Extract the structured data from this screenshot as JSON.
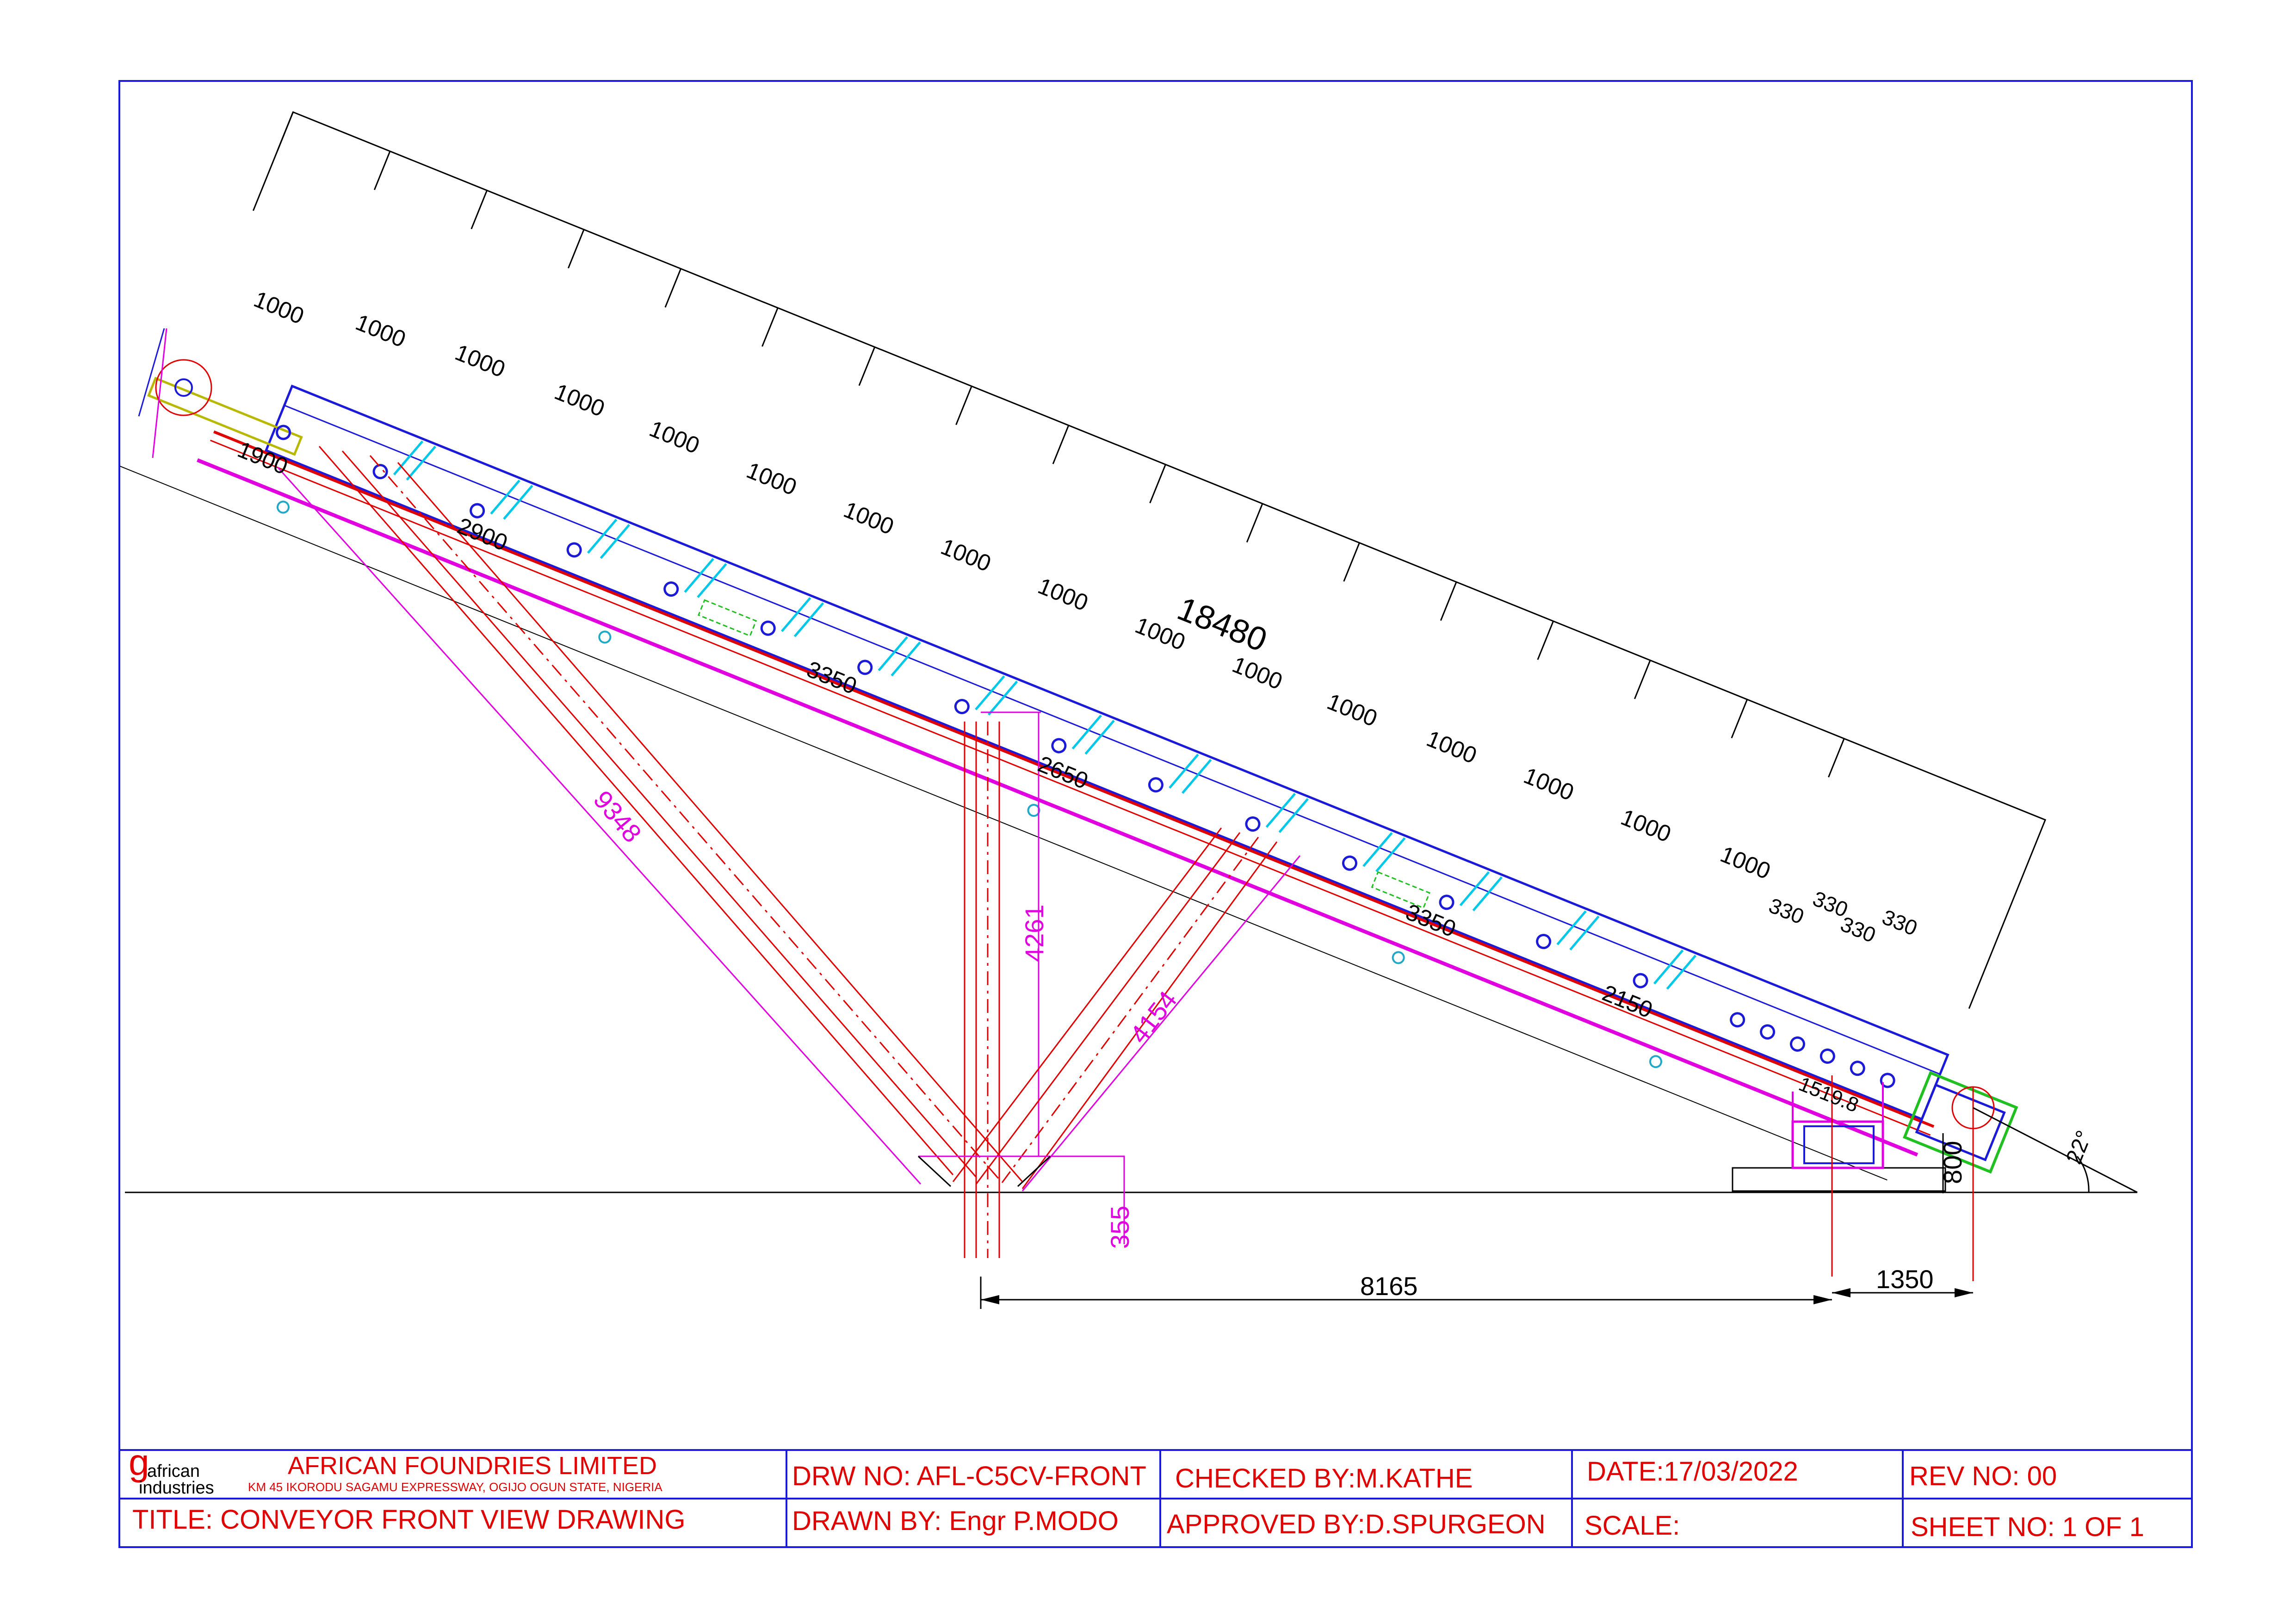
{
  "company": {
    "logo_letter": "g",
    "logo_word1": "african",
    "logo_word2": "industries",
    "name": "AFRICAN FOUNDRIES LIMITED",
    "address": "KM 45 IKORODU SAGAMU EXPRESSWAY, OGIJO OGUN STATE, NIGERIA"
  },
  "title_block": {
    "title": "TITLE: CONVEYOR FRONT VIEW DRAWING",
    "drw_no": "DRW NO: AFL-C5CV-FRONT",
    "drawn_by": "DRAWN BY: Engr P.MODO",
    "checked_by": "CHECKED BY:M.KATHE",
    "approved_by": "APPROVED BY:D.SPURGEON",
    "date": "DATE:17/03/2022",
    "scale": "SCALE:",
    "rev_no": "REV NO: 00",
    "sheet_no": "SHEET NO: 1 OF 1"
  },
  "dimensions": {
    "overall_length": "18480",
    "idler_spacing": [
      "1000",
      "1000",
      "1000",
      "1000",
      "1000",
      "1000",
      "1000",
      "1000",
      "1000",
      "1000",
      "1000",
      "1000",
      "1000",
      "1000",
      "1000",
      "1000"
    ],
    "tail_spacing": [
      "330",
      "330",
      "330",
      "330"
    ],
    "tail_overhang": "1900",
    "support_spans": [
      "2900",
      "3350",
      "2650",
      "3350",
      "2150"
    ],
    "small_span": "1519.8",
    "rear_leg": "9348",
    "vertical_leg": "4261",
    "front_leg": "4154",
    "footing": "355",
    "drive_height": "800",
    "base_distance": "8165",
    "drive_offset": "1350",
    "angle": "22°"
  },
  "colors": {
    "border": "#1010c8",
    "dimension": "#000000",
    "magenta": "#e000e0",
    "red": "#e00000",
    "blue": "#1a1ad8",
    "cyan": "#00c8e8",
    "green": "#20c020",
    "olive": "#b8b800"
  }
}
